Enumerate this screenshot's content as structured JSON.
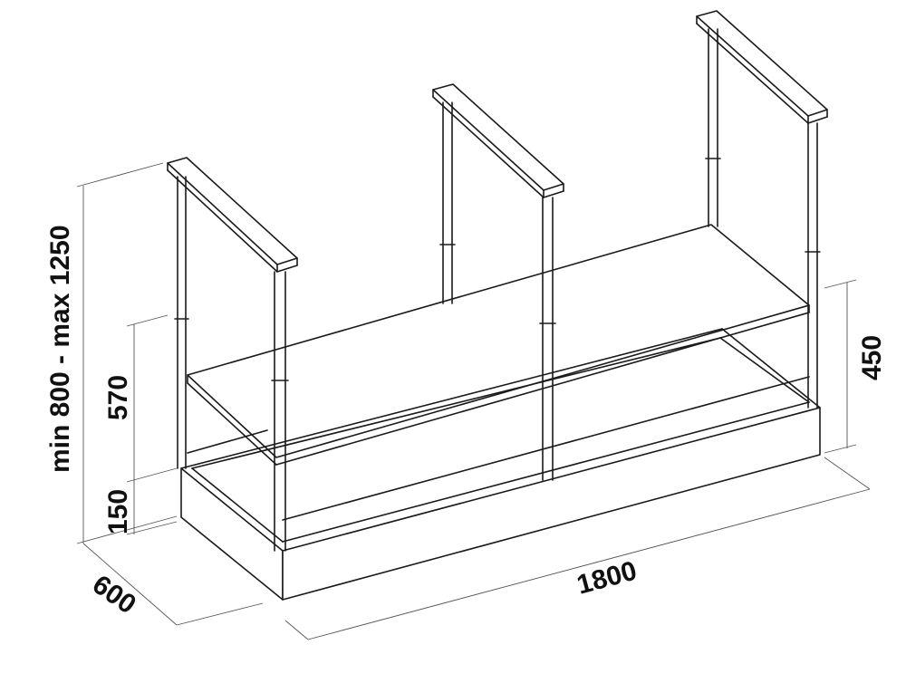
{
  "dimensions": {
    "height_range": "min 800 - max 1250",
    "upper_height": "570",
    "lower_height": "150",
    "side_height": "450",
    "depth": "600",
    "width": "1800"
  }
}
